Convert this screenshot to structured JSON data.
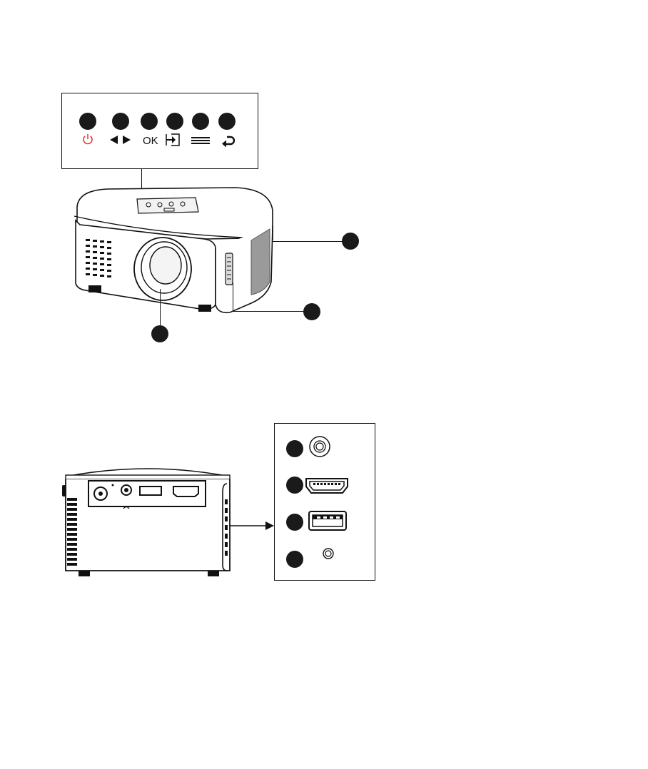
{
  "control_panel": {
    "buttons": [
      {
        "marker": "power",
        "icon": "power-icon",
        "glyph": "⏻",
        "color": "#e0322a"
      },
      {
        "marker": "navigate",
        "icon": "left-right-arrows-icon",
        "glyph": "◀▶",
        "color": "#111111"
      },
      {
        "marker": "ok",
        "icon": "",
        "label": "OK",
        "color": "#111111"
      },
      {
        "marker": "source",
        "icon": "input-source-icon",
        "color": "#111111"
      },
      {
        "marker": "menu",
        "icon": "menu-lines-icon",
        "color": "#111111"
      },
      {
        "marker": "return",
        "icon": "return-arrow-icon",
        "color": "#111111"
      }
    ]
  },
  "callouts": [
    "speaker-grille",
    "focus-wheel",
    "lens"
  ],
  "port_panel": {
    "ports": [
      {
        "marker": "av",
        "icon": "av-jack-icon"
      },
      {
        "marker": "hdmi",
        "icon": "hdmi-port-icon"
      },
      {
        "marker": "usb",
        "icon": "usb-port-icon"
      },
      {
        "marker": "headphone",
        "icon": "headphone-jack-icon"
      }
    ]
  },
  "colors": {
    "ink": "#111111",
    "power": "#e0322a",
    "speaker": "#9a9a9a"
  }
}
